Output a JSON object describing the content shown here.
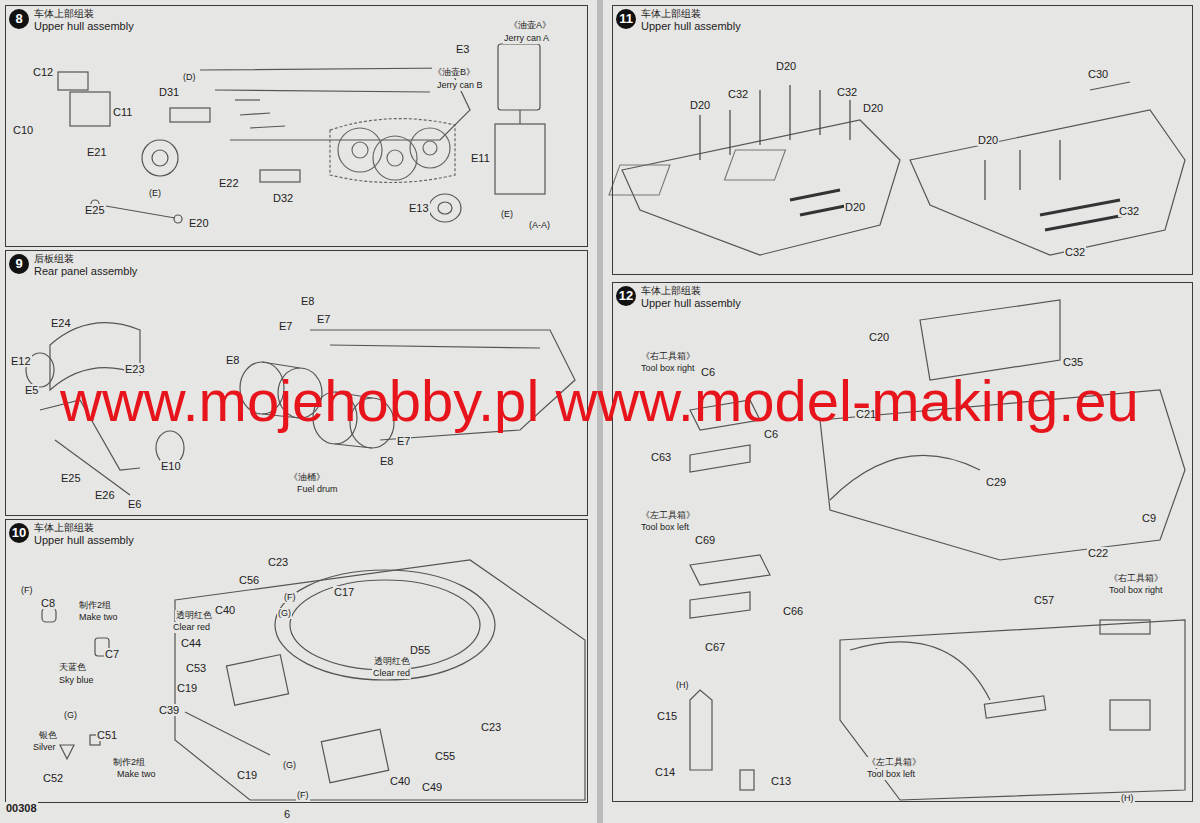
{
  "diagram": {
    "nodes": [
      {
        "text": [
          "8",
          "车体上部组装",
          "Upper hull assembly"
        ]
      },
      {
        "text": [
          "9",
          "后板组装",
          "Rear panel assembly"
        ]
      },
      {
        "text": [
          "10",
          "车体上部组装",
          "Upper hull assembly"
        ]
      },
      {
        "text": [
          "11",
          "车体上部组装",
          "Upper hull assembly"
        ]
      },
      {
        "text": [
          "12",
          "车体上部组装",
          "Upper hull assembly"
        ]
      }
    ],
    "edges": [],
    "labels": [
      "C12",
      "C11",
      "C10",
      "D31",
      "(D)",
      "E21",
      "E22",
      "E20",
      "E25",
      "(E)",
      "D32",
      "《油壶A》",
      "Jerry can A",
      "E3",
      "《油壶B》",
      "Jerry can B",
      "E11",
      "E13",
      "(E)",
      "(A-A)",
      "E24",
      "E12",
      "E23",
      "E5",
      "E25",
      "E26",
      "E6",
      "E10",
      "E8",
      "E7",
      "E7",
      "E8",
      "《油桶》",
      "Fuel drum",
      "E7",
      "E8",
      "(F)",
      "C8",
      "制作2组",
      "Make two",
      "C7",
      "天蓝色",
      "Sky blue",
      "(G)",
      "银色",
      "Silver",
      "C51",
      "C52",
      "制作2组",
      "Make two",
      "C23",
      "C56",
      "(F)",
      "C40",
      "透明红色",
      "Clear red",
      "(G)",
      "C44",
      "C53",
      "C19",
      "C39",
      "C17",
      "透明红色",
      "Clear red",
      "D55",
      "C19",
      "(G)",
      "(F)",
      "C40",
      "C49",
      "C23",
      "C55",
      "00308",
      "6",
      "D20",
      "C32",
      "C32",
      "D20",
      "D20",
      "D20",
      "C30",
      "D20",
      "C32",
      "C32",
      "C20",
      "C35",
      "《右工具箱》",
      "Tool box right",
      "C6",
      "C6",
      "C63",
      "C21",
      "C29",
      "C9",
      "C22",
      "《左工具箱》",
      "Tool box left",
      "C69",
      "C66",
      "C67",
      "C57",
      "《右工具箱》",
      "Tool box right",
      "(H)",
      "C15",
      "C14",
      "C13",
      "《左工具箱》",
      "Tool box left",
      "(H)",
      "www.mojehobby.pl www.model-making.eu"
    ]
  }
}
